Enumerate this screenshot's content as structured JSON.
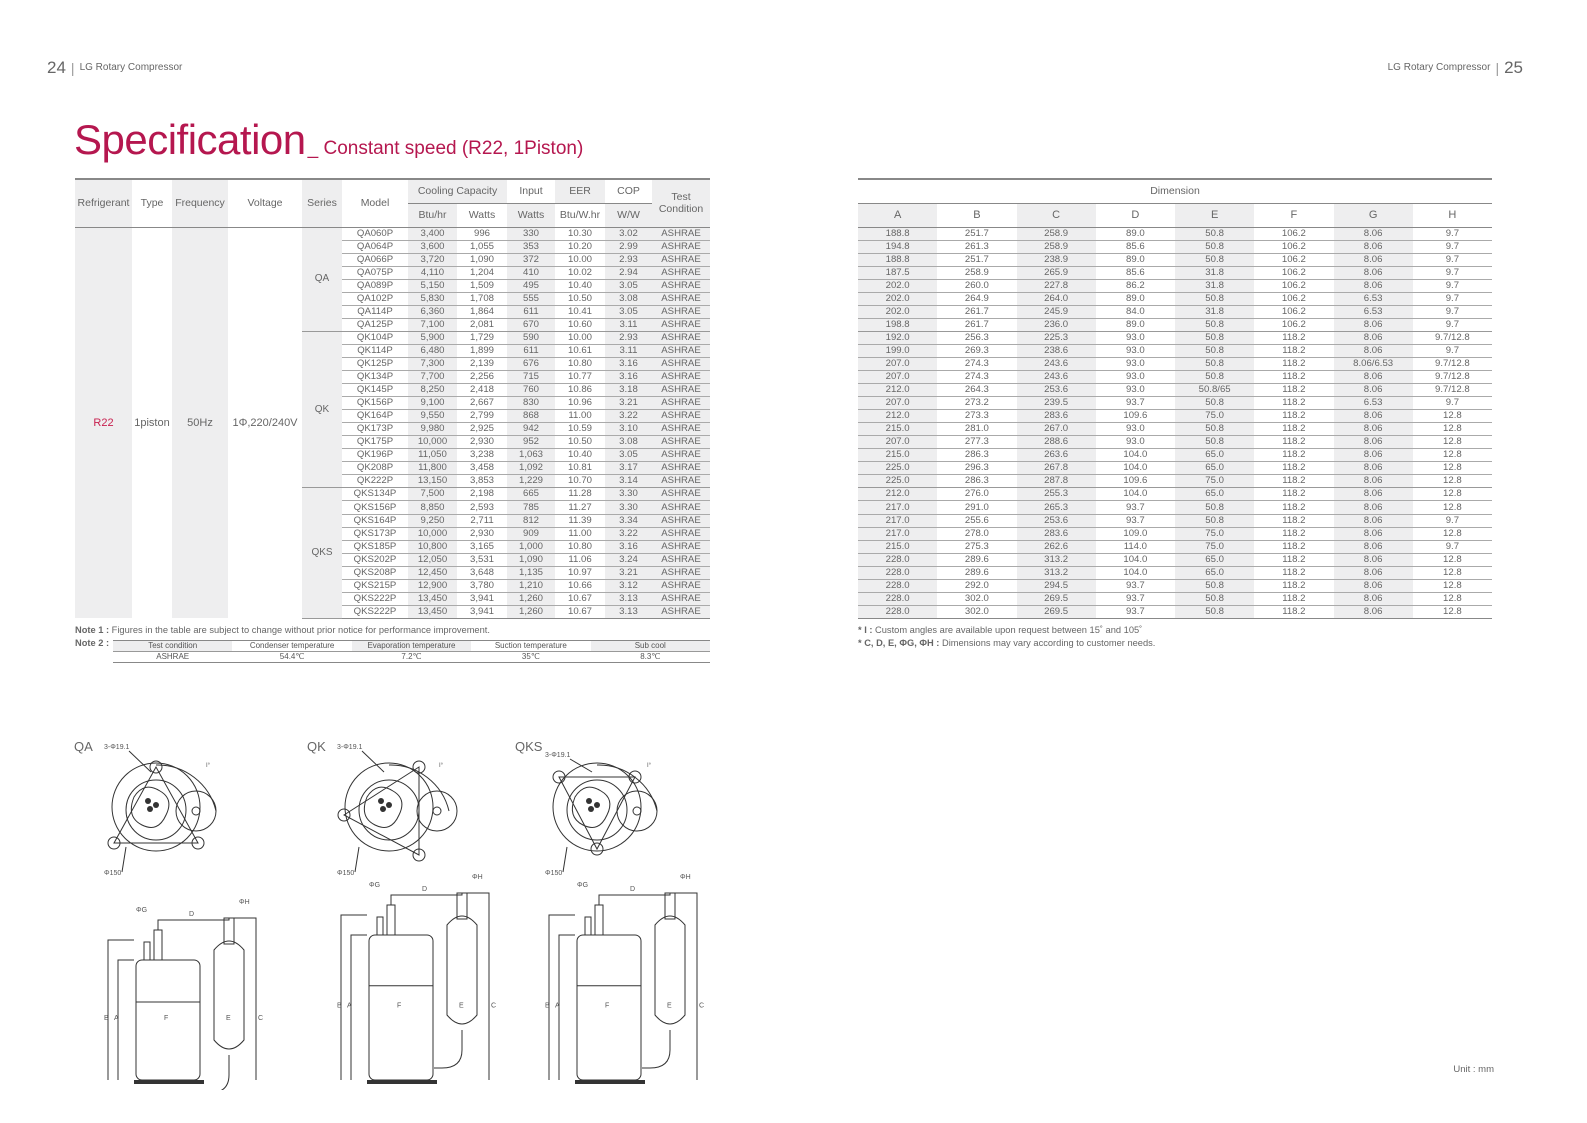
{
  "header": {
    "left_page": "24",
    "right_page": "25",
    "book_title": "LG Rotary Compressor"
  },
  "title": {
    "main": "Specification",
    "sub": "_ Constant speed  (R22, 1Piston)"
  },
  "spec_table": {
    "headers": {
      "refrigerant": "Refrigerant",
      "type": "Type",
      "frequency": "Frequency",
      "voltage": "Voltage",
      "series": "Series",
      "model": "Model",
      "cooling_capacity": "Cooling Capacity",
      "btu": "Btu/hr",
      "watts": "Watts",
      "input": "Input",
      "input_watts": "Watts",
      "eer": "EER",
      "eer_unit": "Btu/W.hr",
      "cop": "COP",
      "cop_unit": "W/W",
      "test_condition": "Test Condition"
    },
    "common": {
      "refrigerant": "R22",
      "type": "1piston",
      "frequency": "50Hz",
      "voltage": "1Φ,220/240V"
    },
    "series": [
      {
        "name": "QA",
        "rows": [
          [
            "QA060P",
            "3,400",
            "996",
            "330",
            "10.30",
            "3.02",
            "ASHRAE"
          ],
          [
            "QA064P",
            "3,600",
            "1,055",
            "353",
            "10.20",
            "2.99",
            "ASHRAE"
          ],
          [
            "QA066P",
            "3,720",
            "1,090",
            "372",
            "10.00",
            "2.93",
            "ASHRAE"
          ],
          [
            "QA075P",
            "4,110",
            "1,204",
            "410",
            "10.02",
            "2.94",
            "ASHRAE"
          ],
          [
            "QA089P",
            "5,150",
            "1,509",
            "495",
            "10.40",
            "3.05",
            "ASHRAE"
          ],
          [
            "QA102P",
            "5,830",
            "1,708",
            "555",
            "10.50",
            "3.08",
            "ASHRAE"
          ],
          [
            "QA114P",
            "6,360",
            "1,864",
            "611",
            "10.41",
            "3.05",
            "ASHRAE"
          ],
          [
            "QA125P",
            "7,100",
            "2,081",
            "670",
            "10.60",
            "3.11",
            "ASHRAE"
          ]
        ]
      },
      {
        "name": "QK",
        "rows": [
          [
            "QK104P",
            "5,900",
            "1,729",
            "590",
            "10.00",
            "2.93",
            "ASHRAE"
          ],
          [
            "QK114P",
            "6,480",
            "1,899",
            "611",
            "10.61",
            "3.11",
            "ASHRAE"
          ],
          [
            "QK125P",
            "7,300",
            "2,139",
            "676",
            "10.80",
            "3.16",
            "ASHRAE"
          ],
          [
            "QK134P",
            "7,700",
            "2,256",
            "715",
            "10.77",
            "3.16",
            "ASHRAE"
          ],
          [
            "QK145P",
            "8,250",
            "2,418",
            "760",
            "10.86",
            "3.18",
            "ASHRAE"
          ],
          [
            "QK156P",
            "9,100",
            "2,667",
            "830",
            "10.96",
            "3.21",
            "ASHRAE"
          ],
          [
            "QK164P",
            "9,550",
            "2,799",
            "868",
            "11.00",
            "3.22",
            "ASHRAE"
          ],
          [
            "QK173P",
            "9,980",
            "2,925",
            "942",
            "10.59",
            "3.10",
            "ASHRAE"
          ],
          [
            "QK175P",
            "10,000",
            "2,930",
            "952",
            "10.50",
            "3.08",
            "ASHRAE"
          ],
          [
            "QK196P",
            "11,050",
            "3,238",
            "1,063",
            "10.40",
            "3.05",
            "ASHRAE"
          ],
          [
            "QK208P",
            "11,800",
            "3,458",
            "1,092",
            "10.81",
            "3.17",
            "ASHRAE"
          ],
          [
            "QK222P",
            "13,150",
            "3,853",
            "1,229",
            "10.70",
            "3.14",
            "ASHRAE"
          ]
        ]
      },
      {
        "name": "QKS",
        "rows": [
          [
            "QKS134P",
            "7,500",
            "2,198",
            "665",
            "11.28",
            "3.30",
            "ASHRAE"
          ],
          [
            "QKS156P",
            "8,850",
            "2,593",
            "785",
            "11.27",
            "3.30",
            "ASHRAE"
          ],
          [
            "QKS164P",
            "9,250",
            "2,711",
            "812",
            "11.39",
            "3.34",
            "ASHRAE"
          ],
          [
            "QKS173P",
            "10,000",
            "2,930",
            "909",
            "11.00",
            "3.22",
            "ASHRAE"
          ],
          [
            "QKS185P",
            "10,800",
            "3,165",
            "1,000",
            "10.80",
            "3.16",
            "ASHRAE"
          ],
          [
            "QKS202P",
            "12,050",
            "3,531",
            "1,090",
            "11.06",
            "3.24",
            "ASHRAE"
          ],
          [
            "QKS208P",
            "12,450",
            "3,648",
            "1,135",
            "10.97",
            "3.21",
            "ASHRAE"
          ],
          [
            "QKS215P",
            "12,900",
            "3,780",
            "1,210",
            "10.66",
            "3.12",
            "ASHRAE"
          ],
          [
            "QKS222P",
            "13,450",
            "3,941",
            "1,260",
            "10.67",
            "3.13",
            "ASHRAE"
          ],
          [
            "QKS222P",
            "13,450",
            "3,941",
            "1,260",
            "10.67",
            "3.13",
            "ASHRAE"
          ]
        ]
      }
    ]
  },
  "dimension_table": {
    "title": "Dimension",
    "columns": [
      "A",
      "B",
      "C",
      "D",
      "E",
      "F",
      "G",
      "H"
    ],
    "groups": [
      [
        [
          "188.8",
          "251.7",
          "258.9",
          "89.0",
          "50.8",
          "106.2",
          "8.06",
          "9.7"
        ],
        [
          "194.8",
          "261.3",
          "258.9",
          "85.6",
          "50.8",
          "106.2",
          "8.06",
          "9.7"
        ],
        [
          "188.8",
          "251.7",
          "238.9",
          "89.0",
          "50.8",
          "106.2",
          "8.06",
          "9.7"
        ],
        [
          "187.5",
          "258.9",
          "265.9",
          "85.6",
          "31.8",
          "106.2",
          "8.06",
          "9.7"
        ],
        [
          "202.0",
          "260.0",
          "227.8",
          "86.2",
          "31.8",
          "106.2",
          "8.06",
          "9.7"
        ],
        [
          "202.0",
          "264.9",
          "264.0",
          "89.0",
          "50.8",
          "106.2",
          "6.53",
          "9.7"
        ],
        [
          "202.0",
          "261.7",
          "245.9",
          "84.0",
          "31.8",
          "106.2",
          "6.53",
          "9.7"
        ],
        [
          "198.8",
          "261.7",
          "236.0",
          "89.0",
          "50.8",
          "106.2",
          "8.06",
          "9.7"
        ]
      ],
      [
        [
          "192.0",
          "256.3",
          "225.3",
          "93.0",
          "50.8",
          "118.2",
          "8.06",
          "9.7/12.8"
        ],
        [
          "199.0",
          "269.3",
          "238.6",
          "93.0",
          "50.8",
          "118.2",
          "8.06",
          "9.7"
        ],
        [
          "207.0",
          "274.3",
          "243.6",
          "93.0",
          "50.8",
          "118.2",
          "8.06/6.53",
          "9.7/12.8"
        ],
        [
          "207.0",
          "274.3",
          "243.6",
          "93.0",
          "50.8",
          "118.2",
          "8.06",
          "9.7/12.8"
        ],
        [
          "212.0",
          "264.3",
          "253.6",
          "93.0",
          "50.8/65",
          "118.2",
          "8.06",
          "9.7/12.8"
        ],
        [
          "207.0",
          "273.2",
          "239.5",
          "93.7",
          "50.8",
          "118.2",
          "6.53",
          "9.7"
        ],
        [
          "212.0",
          "273.3",
          "283.6",
          "109.6",
          "75.0",
          "118.2",
          "8.06",
          "12.8"
        ],
        [
          "215.0",
          "281.0",
          "267.0",
          "93.0",
          "50.8",
          "118.2",
          "8.06",
          "12.8"
        ],
        [
          "207.0",
          "277.3",
          "288.6",
          "93.0",
          "50.8",
          "118.2",
          "8.06",
          "12.8"
        ],
        [
          "215.0",
          "286.3",
          "263.6",
          "104.0",
          "65.0",
          "118.2",
          "8.06",
          "12.8"
        ],
        [
          "225.0",
          "296.3",
          "267.8",
          "104.0",
          "65.0",
          "118.2",
          "8.06",
          "12.8"
        ],
        [
          "225.0",
          "286.3",
          "287.8",
          "109.6",
          "75.0",
          "118.2",
          "8.06",
          "12.8"
        ]
      ],
      [
        [
          "212.0",
          "276.0",
          "255.3",
          "104.0",
          "65.0",
          "118.2",
          "8.06",
          "12.8"
        ],
        [
          "217.0",
          "291.0",
          "265.3",
          "93.7",
          "50.8",
          "118.2",
          "8.06",
          "12.8"
        ],
        [
          "217.0",
          "255.6",
          "253.6",
          "93.7",
          "50.8",
          "118.2",
          "8.06",
          "9.7"
        ],
        [
          "217.0",
          "278.0",
          "283.6",
          "109.0",
          "75.0",
          "118.2",
          "8.06",
          "12.8"
        ],
        [
          "215.0",
          "275.3",
          "262.6",
          "114.0",
          "75.0",
          "118.2",
          "8.06",
          "9.7"
        ],
        [
          "228.0",
          "289.6",
          "313.2",
          "104.0",
          "65.0",
          "118.2",
          "8.06",
          "12.8"
        ],
        [
          "228.0",
          "289.6",
          "313.2",
          "104.0",
          "65.0",
          "118.2",
          "8.06",
          "12.8"
        ],
        [
          "228.0",
          "292.0",
          "294.5",
          "93.7",
          "50.8",
          "118.2",
          "8.06",
          "12.8"
        ],
        [
          "228.0",
          "302.0",
          "269.5",
          "93.7",
          "50.8",
          "118.2",
          "8.06",
          "12.8"
        ],
        [
          "228.0",
          "302.0",
          "269.5",
          "93.7",
          "50.8",
          "118.2",
          "8.06",
          "12.8"
        ]
      ]
    ]
  },
  "notes": {
    "note1_label": "Note 1 :",
    "note1_text": " Figures in the table are subject to change without prior notice for performance improvement.",
    "note2_label": "Note 2 :",
    "conditions_headers": [
      "Test condition",
      "Condenser temperature",
      "Evaporation temperature",
      "Suction temperature",
      "Sub cool"
    ],
    "conditions_values": [
      "ASHRAE",
      "54.4℃",
      "7.2℃",
      "35℃",
      "8.3℃"
    ],
    "dim_note1_label": "* I :",
    "dim_note1_text": " Custom angles are available upon request between 15˚ and 105˚",
    "dim_note2_label": "* C, D, E, ΦG, ΦH :",
    "dim_note2_text": " Dimensions may vary according to customer needs."
  },
  "drawings": [
    {
      "series": "QA",
      "mount_holes": "3-Φ19.1",
      "diameter": "Φ150",
      "angle": "I°",
      "labels": {
        "g": "ΦG",
        "h": "ΦH",
        "d": "D",
        "a": "A",
        "b": "B",
        "c": "C",
        "e": "E",
        "f": "F"
      }
    },
    {
      "series": "QK",
      "mount_holes": "3-Φ19.1",
      "diameter": "Φ150",
      "angle": "I°",
      "labels": {
        "g": "ΦG",
        "h": "ΦH",
        "d": "D",
        "a": "A",
        "b": "B",
        "c": "C",
        "e": "E",
        "f": "F"
      }
    },
    {
      "series": "QKS",
      "mount_holes": "3-Φ19.1",
      "diameter": "Φ150",
      "angle": "I°",
      "labels": {
        "g": "ΦG",
        "h": "ΦH",
        "d": "D",
        "a": "A",
        "b": "B",
        "c": "C",
        "e": "E",
        "f": "F"
      }
    }
  ],
  "unit": "Unit : mm"
}
